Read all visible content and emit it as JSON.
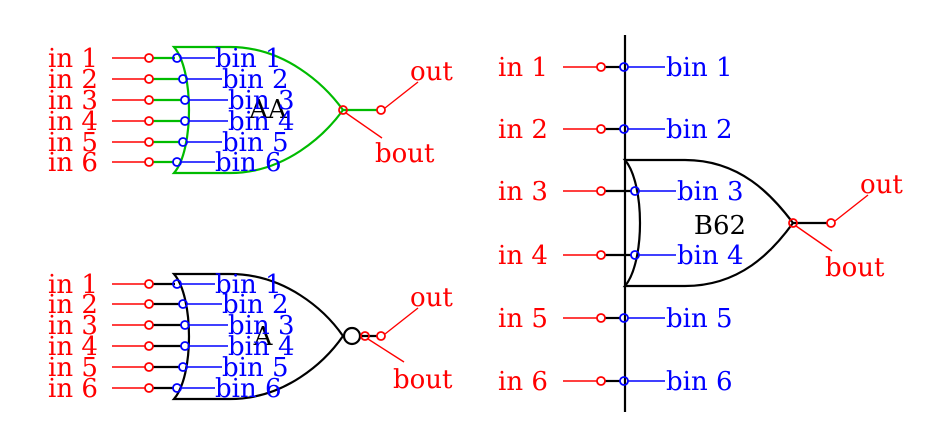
{
  "colors": {
    "red": "#ff0000",
    "blue": "#0000ff",
    "green": "#00bb00",
    "black": "#000000"
  },
  "gates": [
    {
      "name": "AA",
      "type": "or",
      "inputs_outer": [
        "in 1",
        "in 2",
        "in 3",
        "in 4",
        "in 5",
        "in 6"
      ],
      "inputs_inner": [
        "bin 1",
        "bin 2",
        "bin 3",
        "bin 4",
        "bin 5",
        "bin 6"
      ],
      "output_outer": "out",
      "output_inner": "bout"
    },
    {
      "name": "A",
      "type": "nor",
      "inputs_outer": [
        "in 1",
        "in 2",
        "in 3",
        "in 4",
        "in 5",
        "in 6"
      ],
      "inputs_inner": [
        "bin 1",
        "bin 2",
        "bin 3",
        "bin 4",
        "bin 5",
        "bin 6"
      ],
      "output_outer": "out",
      "output_inner": "bout"
    },
    {
      "name": "B62",
      "type": "or",
      "inputs_outer": [
        "in 1",
        "in 2",
        "in 3",
        "in 4",
        "in 5",
        "in 6"
      ],
      "inputs_inner": [
        "bin 1",
        "bin 2",
        "bin 3",
        "bin 4",
        "bin 5",
        "bin 6"
      ],
      "output_outer": "out",
      "output_inner": "bout"
    }
  ]
}
